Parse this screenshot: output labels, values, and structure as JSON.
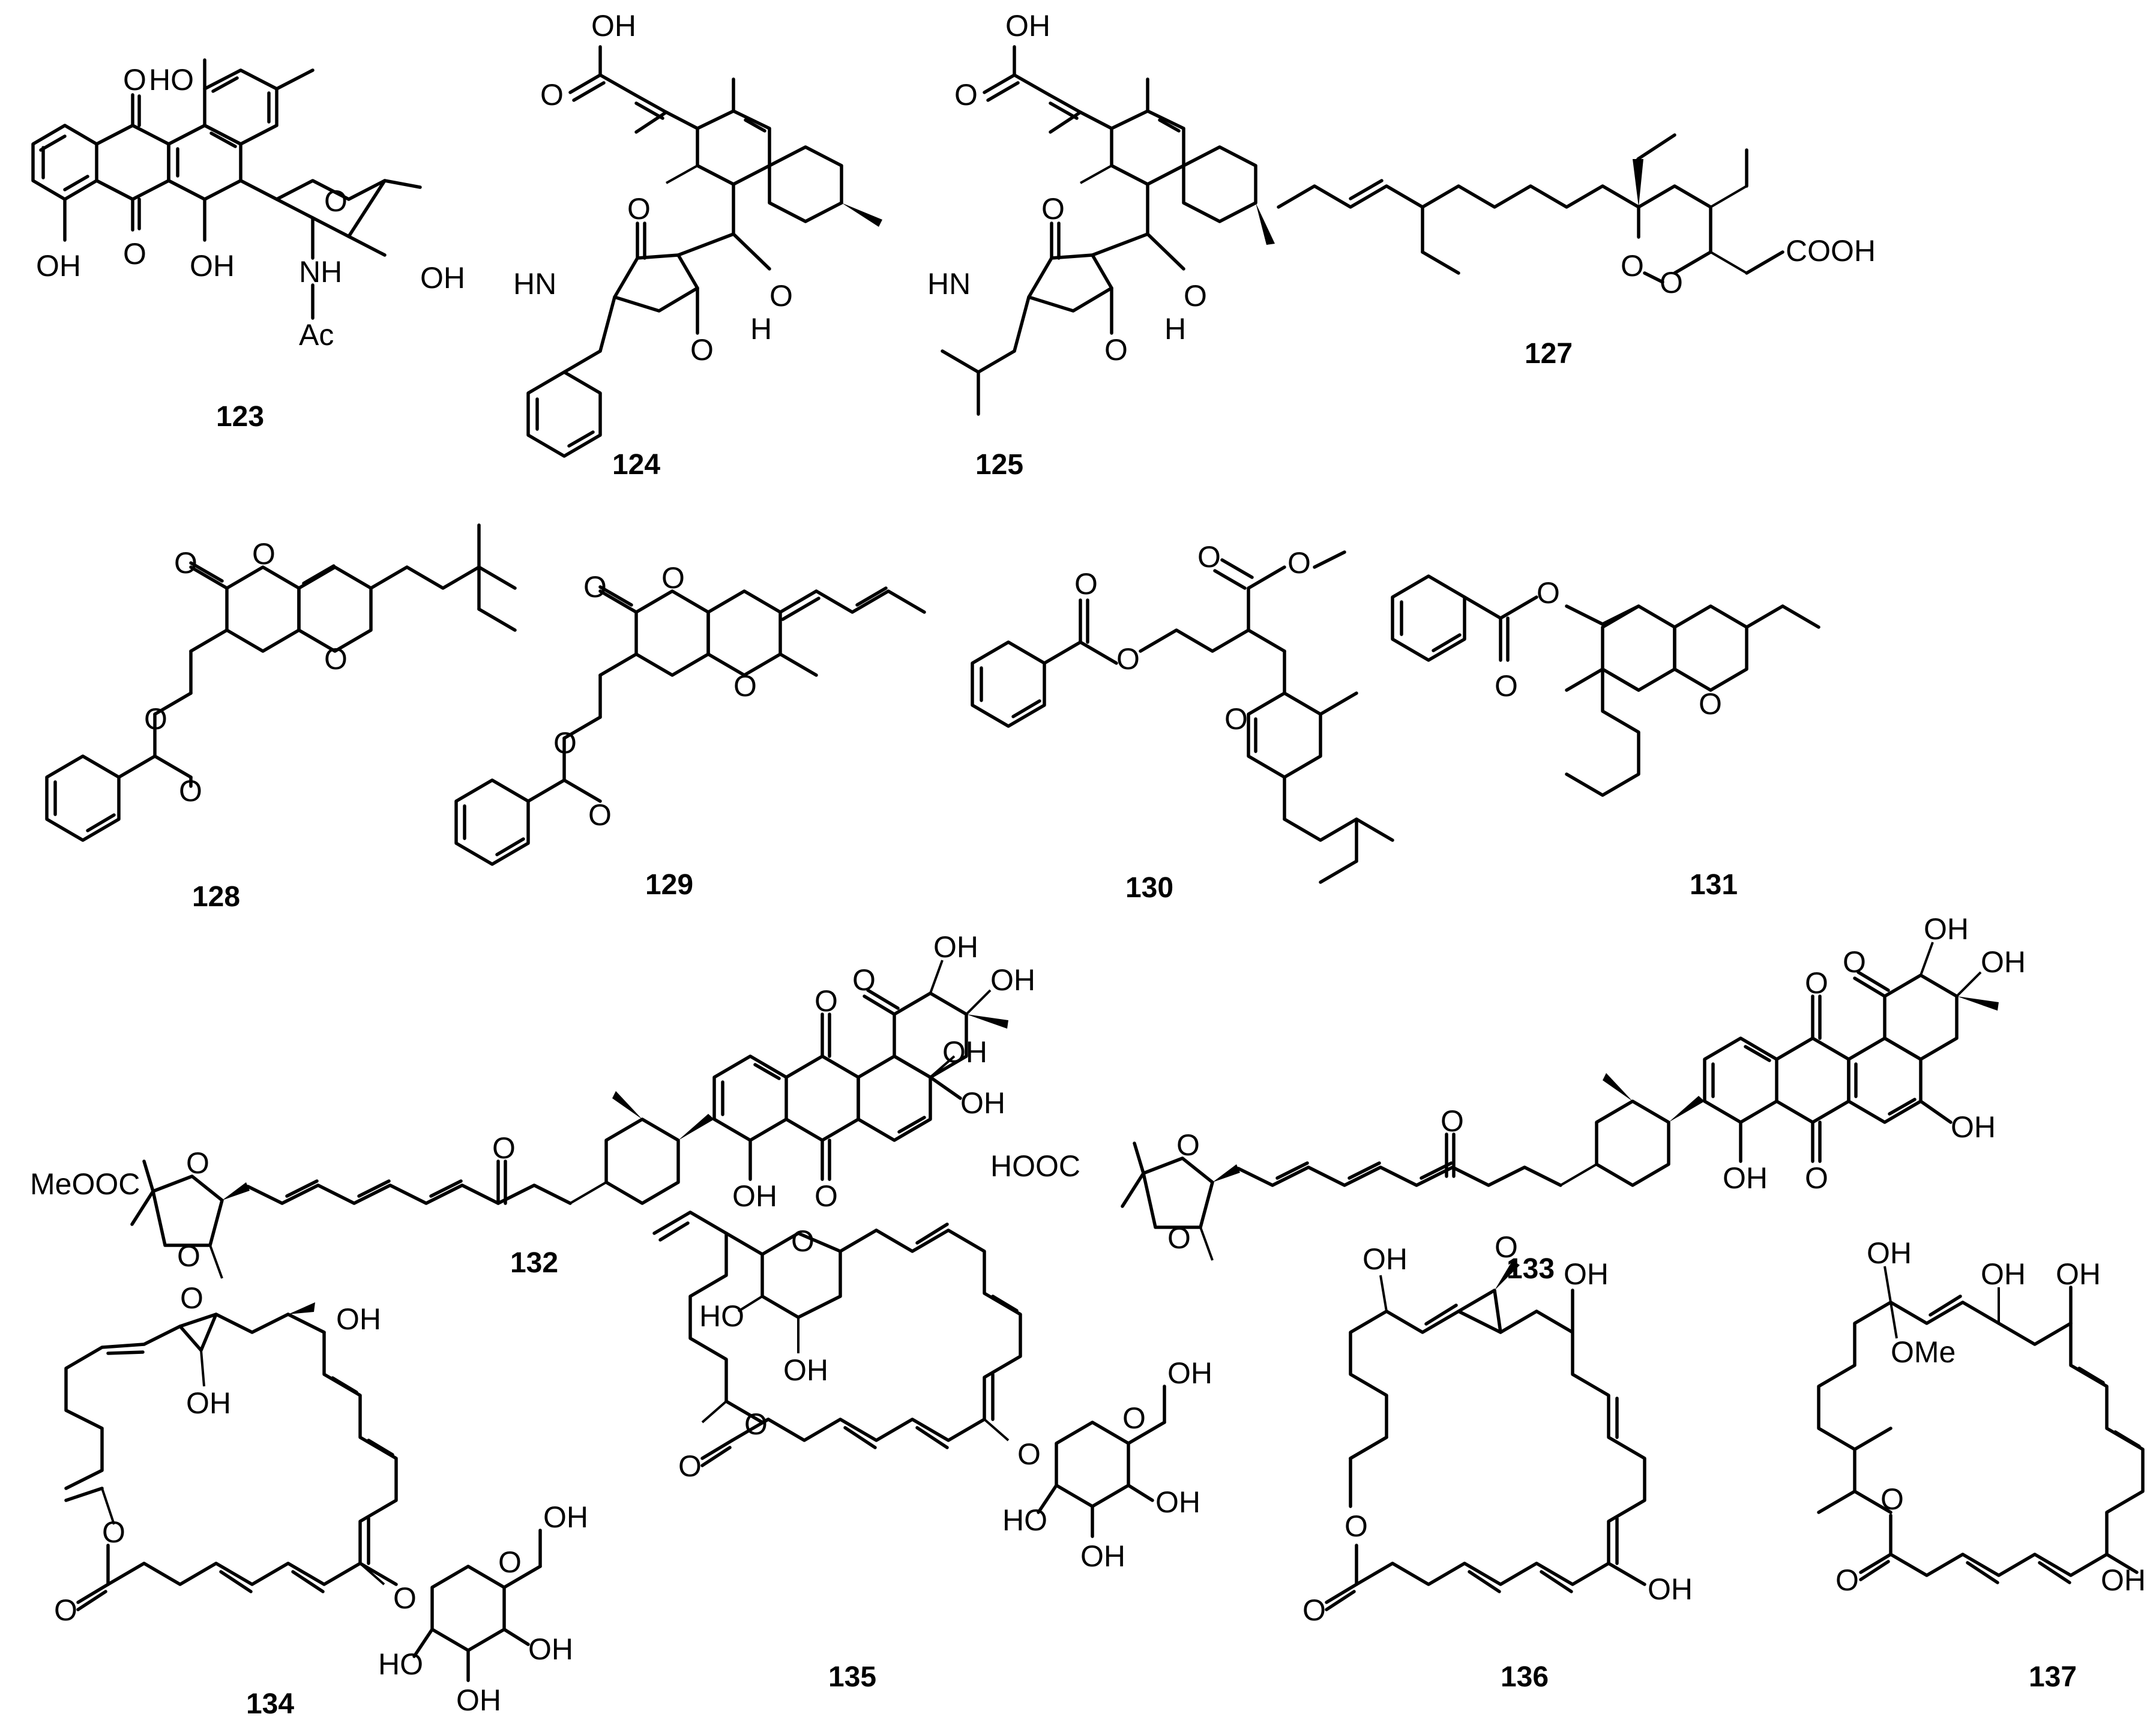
{
  "figure": {
    "compound_ids": [
      "123",
      "124",
      "125",
      "127",
      "128",
      "129",
      "130",
      "131",
      "132",
      "133",
      "134",
      "135",
      "136",
      "137"
    ],
    "atoms": {
      "OH": "OH",
      "HO": "HO",
      "O": "O",
      "OO": "O",
      "NH": "NH",
      "HN": "HN",
      "Ac": "Ac",
      "H": "H",
      "COOH": "COOH",
      "MeOOC": "MeOOC",
      "HOOC": "HOOC",
      "OMe": "OMe"
    }
  }
}
